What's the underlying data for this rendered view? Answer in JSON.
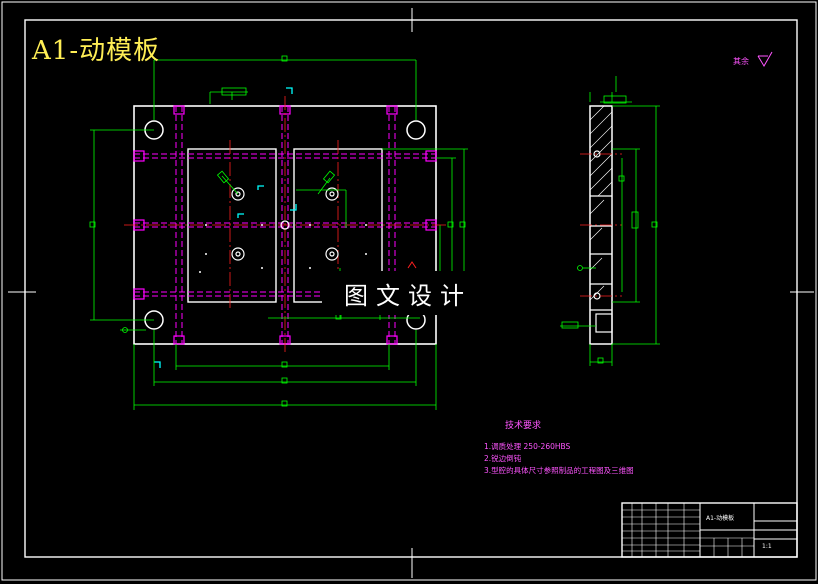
{
  "drawing": {
    "title": "A1-动模板",
    "watermark": "图文设计",
    "roughness_note": "其余",
    "tech_requirements": {
      "title": "技术要求",
      "items": [
        "1.调质处理 250-260HBS",
        "2.锐边倒钝",
        "3.型腔的具体尺寸参照制品的工程图及三维图"
      ]
    },
    "title_block": {
      "name_cell": "A1-动模板",
      "scale_cell": "1:1"
    }
  },
  "colors": {
    "outline": "#ffffff",
    "dimension": "#00ff00",
    "hidden": "#ff00ff",
    "center": "#ff2020",
    "title": "#ffee55",
    "note": "#ff55ff",
    "accent": "#00ffff"
  }
}
